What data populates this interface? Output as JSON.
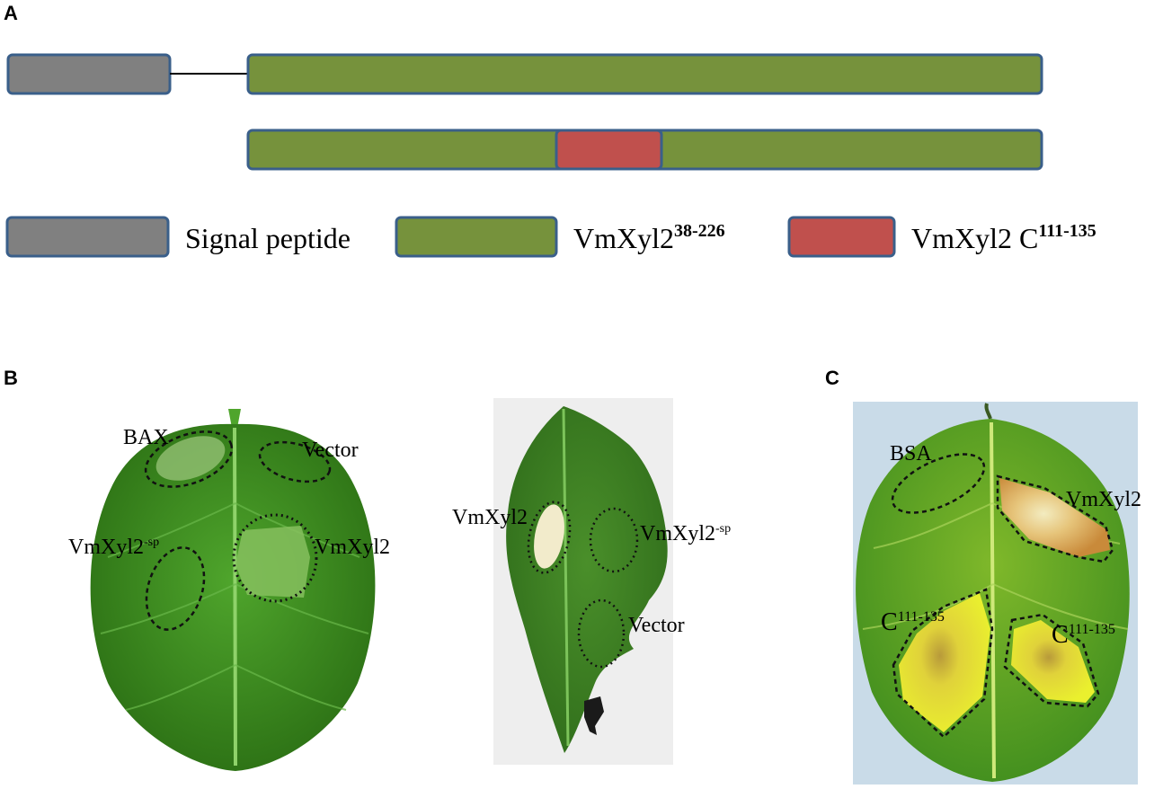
{
  "panels": {
    "a": {
      "letter": "A"
    },
    "b": {
      "letter": "B"
    },
    "c": {
      "letter": "C"
    }
  },
  "legend": {
    "signal_peptide": "Signal peptide",
    "full": {
      "base": "VmXyl2",
      "sup": "38-226"
    },
    "fragment": {
      "base": "VmXyl2 C",
      "sup": "111-135"
    }
  },
  "colors": {
    "signal_peptide": "#808080",
    "mature_protein": "#76923c",
    "fragment": "#c0504d",
    "box_border": "#3a5f8a",
    "leaf": "#3f8f1f",
    "photo_bg_b2": "#eeeeee",
    "photo_bg_c": "#c9dbe8"
  },
  "leaf1": {
    "bax": "BAX",
    "vector": "Vector",
    "vmxyl2sp": {
      "base": "VmXyl2",
      "sup": "-sp"
    },
    "vmxyl2": "VmXyl2"
  },
  "leaf2": {
    "vmxyl2": "VmXyl2",
    "vmxyl2sp": {
      "base": "VmXyl2",
      "sup": "-sp"
    },
    "vector": "Vector"
  },
  "leaf3": {
    "bsa": "BSA",
    "vmxyl2": "VmXyl2",
    "c_left": {
      "base": "C",
      "sup": "111-135"
    },
    "c_right": {
      "base": "C",
      "sup": "111-135"
    }
  }
}
